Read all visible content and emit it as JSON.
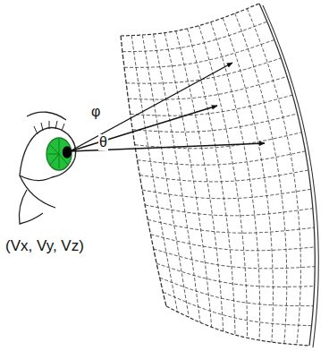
{
  "diagram": {
    "labels": [
      "φ",
      "θ",
      "(Vx, Vy, Vz)"
    ]
  }
}
